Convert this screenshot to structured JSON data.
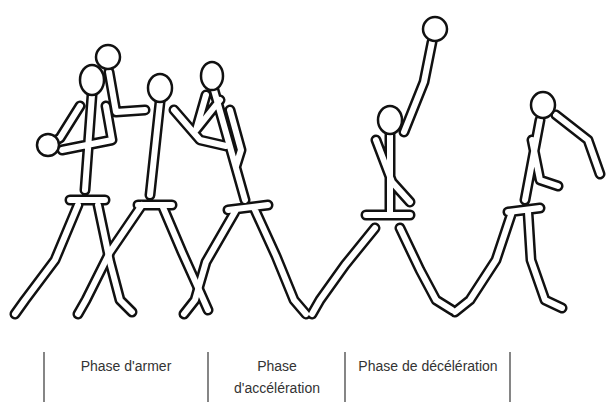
{
  "diagram": {
    "labels": [
      "Phase d'armer",
      "Phase d'accélération",
      "Phase de décélération"
    ]
  }
}
